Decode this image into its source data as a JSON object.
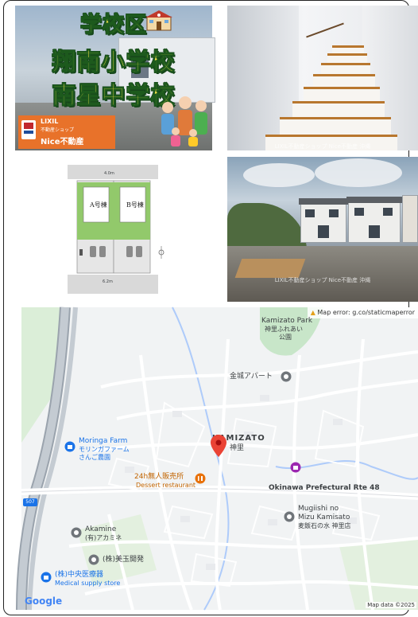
{
  "banner": {
    "line1": "学校区",
    "line2": "翔南小学校",
    "line3": "南星中学校",
    "brand_lixil": "LIXIL",
    "brand_shop": "不動産ショップ",
    "brand_name": "Nice不動産"
  },
  "stairs": {
    "watermark": "LIXIL不動産ショップ Nice不動産 沖縄"
  },
  "plan": {
    "unit_a": "A号棟",
    "unit_b": "B号棟",
    "road_top": "4.0m",
    "road_bottom": "6.2m"
  },
  "exterior": {
    "watermark": "LIXIL不動産ショップ Nice不動産 沖縄"
  },
  "map": {
    "error": "Map error: g.co/staticmaperror",
    "places": {
      "park_en": "Kamizato Park",
      "park_ja1": "神里ふれあい",
      "park_ja2": "公園",
      "apartment": "金城アパート",
      "area_en": "KAMIZATO",
      "area_ja": "神里",
      "farm_en": "Moringa Farm",
      "farm_ja1": "モリンガファーム",
      "farm_ja2": "さんご農園",
      "restaurant_ja": "24h無人販売所",
      "restaurant_en": "Dessert restaurant",
      "route": "Okinawa Prefectural Rte 48",
      "route_badge": "507",
      "mugiishi_en1": "Mugiishi no",
      "mugiishi_en2": "Mizu Kamisato",
      "mugiishi_ja": "麦飯石の水 神里店",
      "akamine_en": "Akamine",
      "akamine_ja": "(有)アカミネ",
      "bigyoku": "(株)美玉開発",
      "medical_ja": "(株)中央医療器",
      "medical_en": "Medical supply store"
    },
    "logo": "Google",
    "attribution": "Map data ©2025"
  },
  "colors": {
    "banner_text": "#ffe94a",
    "brand_orange": "#e8722a",
    "map_pin": "#ea4335",
    "map_water": "#8ab4f8",
    "map_park": "#c8e6c9"
  }
}
